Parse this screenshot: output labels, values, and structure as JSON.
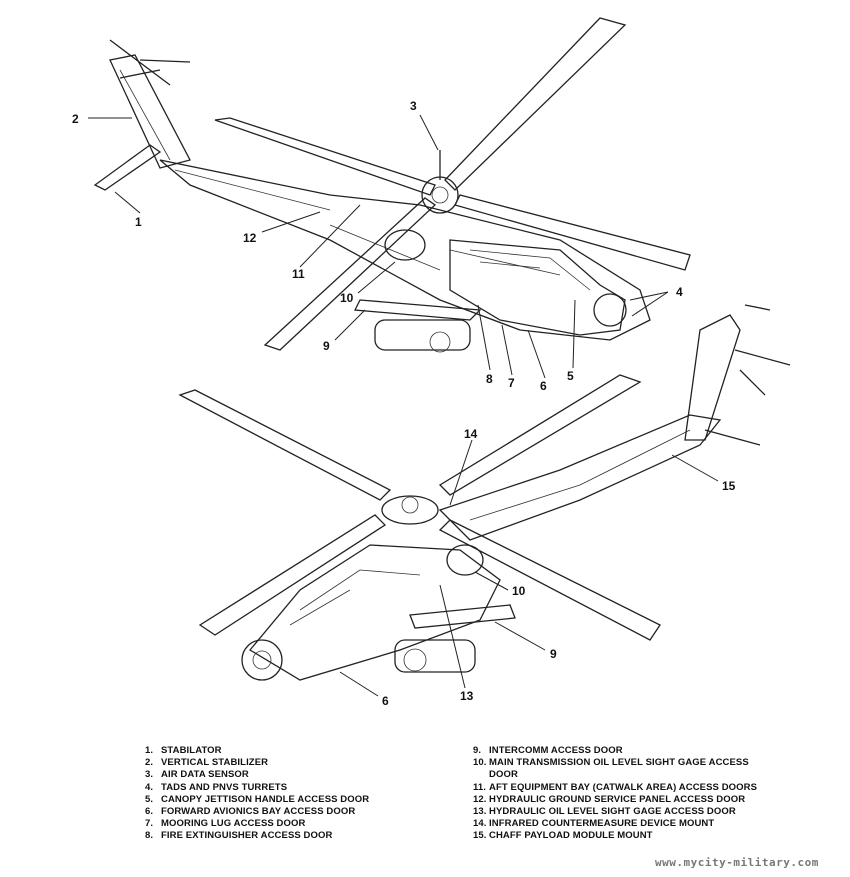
{
  "callouts": {
    "upper": [
      "1",
      "2",
      "3",
      "4",
      "5",
      "6",
      "7",
      "8",
      "9",
      "10",
      "11",
      "12"
    ],
    "lower": [
      "14",
      "15",
      "10",
      "9",
      "13",
      "6"
    ]
  },
  "legend_left": [
    {
      "num": "1.",
      "text": "STABILATOR"
    },
    {
      "num": "2.",
      "text": "VERTICAL STABILIZER"
    },
    {
      "num": "3.",
      "text": "AIR DATA SENSOR"
    },
    {
      "num": "4.",
      "text": "TADS AND PNVS TURRETS"
    },
    {
      "num": "5.",
      "text": "CANOPY JETTISON HANDLE ACCESS DOOR"
    },
    {
      "num": "6.",
      "text": "FORWARD AVIONICS BAY ACCESS DOOR"
    },
    {
      "num": "7.",
      "text": "MOORING LUG ACCESS DOOR"
    },
    {
      "num": "8.",
      "text": "FIRE EXTINGUISHER ACCESS DOOR"
    }
  ],
  "legend_right": [
    {
      "num": "9.",
      "text": "INTERCOMM ACCESS DOOR"
    },
    {
      "num": "10.",
      "text": "MAIN TRANSMISSION OIL LEVEL SIGHT GAGE ACCESS\nDOOR"
    },
    {
      "num": "11.",
      "text": "AFT EQUIPMENT BAY (CATWALK AREA) ACCESS DOORS"
    },
    {
      "num": "12.",
      "text": "HYDRAULIC GROUND SERVICE PANEL ACCESS DOOR"
    },
    {
      "num": "13.",
      "text": "HYDRAULIC OIL LEVEL SIGHT GAGE ACCESS DOOR"
    },
    {
      "num": "14.",
      "text": "INFRARED COUNTERMEASURE DEVICE MOUNT"
    },
    {
      "num": "15.",
      "text": "CHAFF PAYLOAD MODULE MOUNT"
    }
  ],
  "watermark": "www.mycity-military.com"
}
